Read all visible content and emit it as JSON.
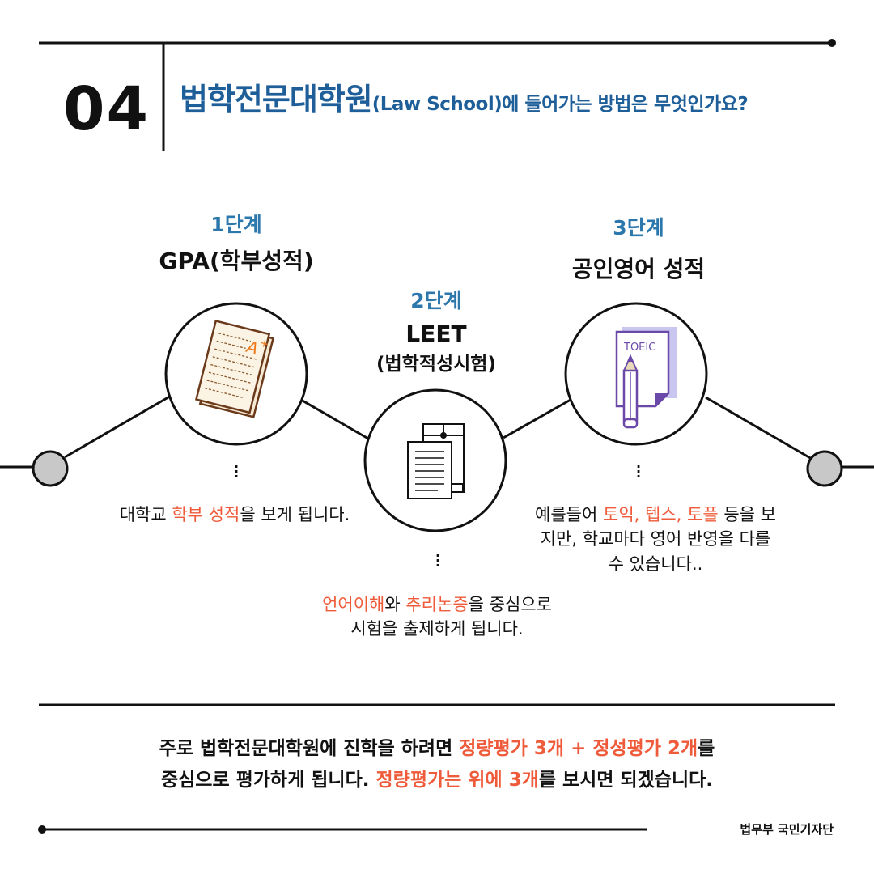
{
  "header": {
    "number": "04",
    "title_main": "법학전문대학원",
    "title_rest": "(Law School)에 들어가는 방법은 무엇인가요?"
  },
  "stages": [
    {
      "label": "1단계",
      "name": "GPA(학부성적)",
      "icon": "graded-paper-icon",
      "desc": {
        "pre": "대학교 ",
        "hl": "학부 성적",
        "post": "을 보게 됩니다."
      }
    },
    {
      "label": "2단계",
      "name": "LEET",
      "sub": "(법학적성시험)",
      "icon": "envelope-document-icon",
      "desc": {
        "hl1": "언어이해",
        "mid": "와 ",
        "hl2": "추리논증",
        "post": "을 중심으로",
        "line2": "시험을 출제하게 됩니다."
      }
    },
    {
      "label": "3단계",
      "name": "공인영어 성적",
      "icon": "toeic-book-pencil-icon",
      "icon_text": "TOEIC",
      "desc": {
        "pre": "예를들어 ",
        "hl": "토익, 텝스, 토플",
        "post": " 등을 보",
        "line2": "지만, 학교마다 영어 반영을 다를",
        "line3": "수 있습니다.."
      }
    }
  ],
  "summary": {
    "l1_pre": "주로 법학전문대학원에 진학을 하려면 ",
    "l1_hl": "정량평가 3개 + 정성평가 2개",
    "l1_post": "를",
    "l2_pre": "중심으로 평가하게 됩니다. ",
    "l2_hl": "정량평가는 위에 3개",
    "l2_post": "를 보시면 되겠습니다."
  },
  "footer": "법무부 국민기자단",
  "colors": {
    "title": "#1f5f99",
    "stage_label": "#2c78ad",
    "highlight": "#ef5b3a",
    "node": "#c8c8c8",
    "toeic_cover": "#7b57b8"
  }
}
